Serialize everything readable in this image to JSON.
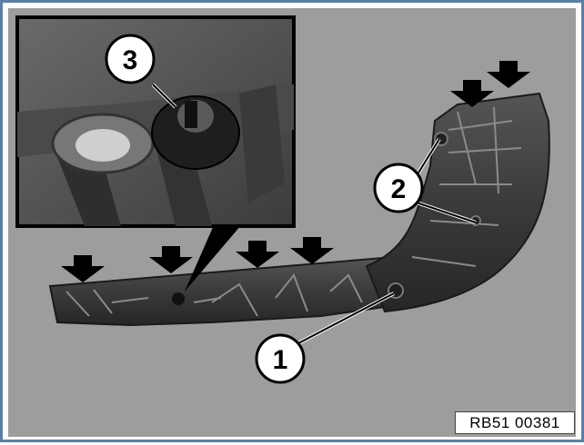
{
  "diagram": {
    "reference_code": "RB51 00381",
    "callouts": [
      {
        "id": "callout-1",
        "label": "1"
      },
      {
        "id": "callout-2",
        "label": "2"
      },
      {
        "id": "callout-3",
        "label": "3"
      }
    ],
    "press_arrows_count": 6,
    "colors": {
      "border": "#5b7ea6",
      "background": "#9d9d9d",
      "part": "#3a3a3a",
      "arrow": "#000000"
    }
  }
}
